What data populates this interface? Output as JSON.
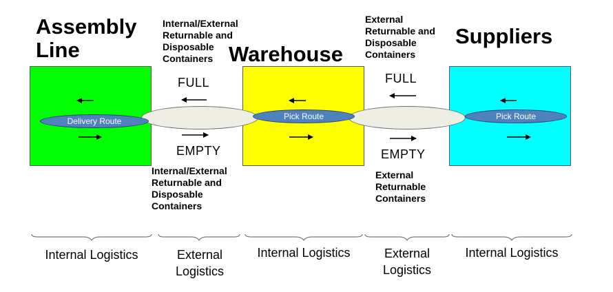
{
  "labels": {
    "assembly_line": "Assembly\nLine",
    "warehouse": "Warehouse",
    "suppliers": "Suppliers"
  },
  "routes": {
    "delivery": "Delivery Route",
    "pick_warehouse": "Pick Route",
    "pick_suppliers": "Pick Route"
  },
  "flows": {
    "full_left": "FULL",
    "empty_left": "EMPTY",
    "full_right": "FULL",
    "empty_right": "EMPTY"
  },
  "containers": {
    "top_left": "Internal/External\nReturnable and\nDisposable\nContainers",
    "bottom_left": "Internal/External\nReturnable and\nDisposable\nContainers",
    "top_right": "External\nReturnable and\nDisposable\nContainers",
    "bottom_right": "External\nReturnable\nContainers"
  },
  "logistics": [
    "Internal Logistics",
    "External\nLogistics",
    "Internal Logistics",
    "External\nLogistics",
    "Internal Logistics"
  ],
  "colors": {
    "assembly_fill": "#00ff00",
    "warehouse_fill": "#ffff00",
    "suppliers_fill": "#00ffff",
    "route_fill": "#4f81bd",
    "link_fill": "#efeee4"
  }
}
